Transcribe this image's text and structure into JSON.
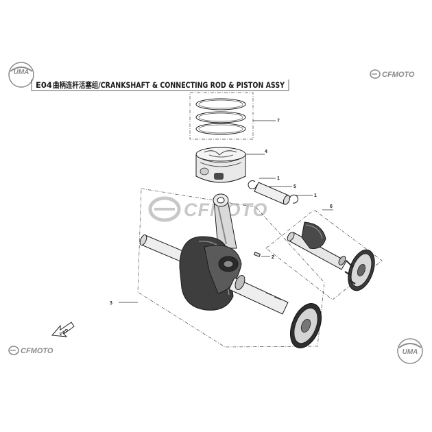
{
  "header": {
    "code": "E04",
    "title": "曲柄连杆活塞组/CRANKSHAFT & CONNECTING ROD & PISTON ASSY"
  },
  "logos": {
    "uma_top_left": "UMA",
    "cfmoto_top_right": "CFMOTO",
    "cfmoto_watermark": "CFMOTO",
    "cfmoto_bottom_left": "CFMOTO",
    "uma_bottom_right": "UMA"
  },
  "fwd_marker": "FWD",
  "callouts": {
    "piston_rings": "7",
    "piston": "4",
    "circlip_top": "1",
    "piston_pin": "5",
    "circlip_right": "1",
    "balance_shaft": "6",
    "key": "2",
    "crankshaft": "3"
  },
  "colors": {
    "line": "#1a1a1a",
    "watermark": "#c8c8c8",
    "logo_gray": "#8a8a8a",
    "part_fill": "#e9e9e9",
    "part_dark": "#5a5a5a"
  }
}
